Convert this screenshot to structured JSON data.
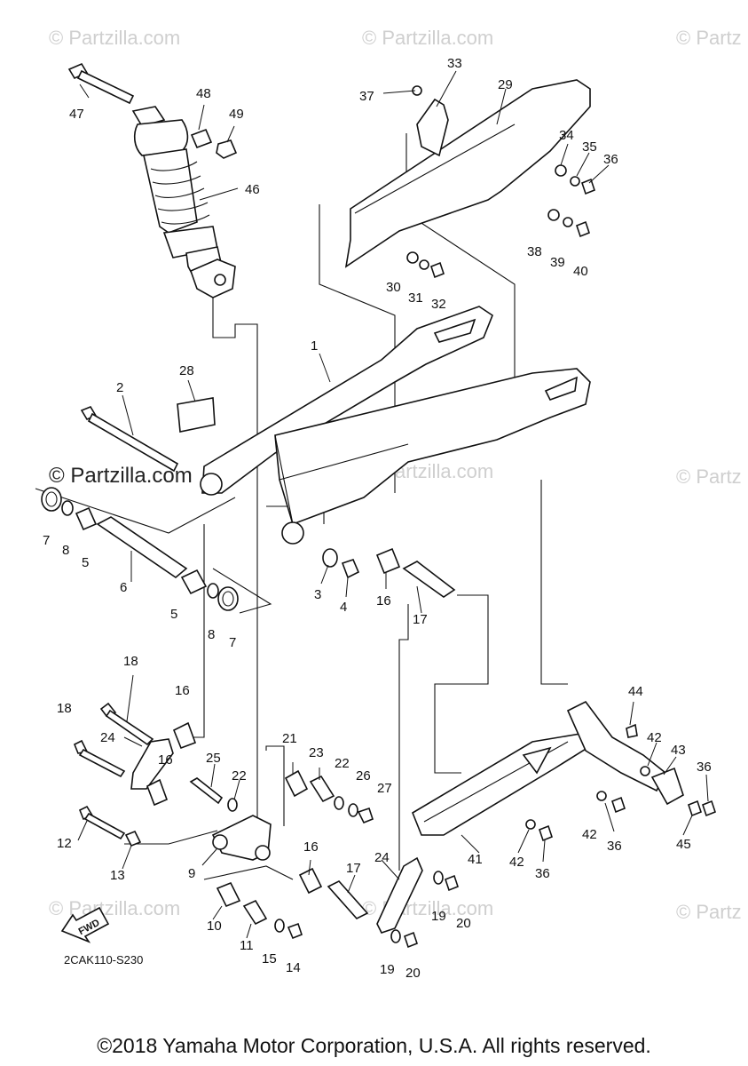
{
  "watermarks": {
    "top_left": "© Partzilla.com",
    "top_center": "© Partzilla.com",
    "top_right": "© Partz",
    "mid_left": "© Partzilla.com",
    "mid_center": "© Partzilla.com",
    "mid_right": "© Partz",
    "bottom_left": "© Partzilla.com",
    "bottom_center": "© Partzilla.com",
    "bottom_right": "© Partz"
  },
  "fwd_label": "FWD",
  "diagram_code": "2CAK110-S230",
  "copyright": "©2018 Yamaha Motor Corporation, U.S.A. All rights reserved.",
  "callouts": [
    {
      "id": "c47",
      "text": "47"
    },
    {
      "id": "c48",
      "text": "48"
    },
    {
      "id": "c49",
      "text": "49"
    },
    {
      "id": "c46",
      "text": "46"
    },
    {
      "id": "c37",
      "text": "37"
    },
    {
      "id": "c33",
      "text": "33"
    },
    {
      "id": "c29",
      "text": "29"
    },
    {
      "id": "c34",
      "text": "34"
    },
    {
      "id": "c35",
      "text": "35"
    },
    {
      "id": "c36a",
      "text": "36"
    },
    {
      "id": "c38",
      "text": "38"
    },
    {
      "id": "c39",
      "text": "39"
    },
    {
      "id": "c40",
      "text": "40"
    },
    {
      "id": "c30",
      "text": "30"
    },
    {
      "id": "c31",
      "text": "31"
    },
    {
      "id": "c32",
      "text": "32"
    },
    {
      "id": "c1",
      "text": "1"
    },
    {
      "id": "c28",
      "text": "28"
    },
    {
      "id": "c2",
      "text": "2"
    },
    {
      "id": "c7a",
      "text": "7"
    },
    {
      "id": "c8a",
      "text": "8"
    },
    {
      "id": "c5a",
      "text": "5"
    },
    {
      "id": "c6",
      "text": "6"
    },
    {
      "id": "c5b",
      "text": "5"
    },
    {
      "id": "c8b",
      "text": "8"
    },
    {
      "id": "c7b",
      "text": "7"
    },
    {
      "id": "c3",
      "text": "3"
    },
    {
      "id": "c4",
      "text": "4"
    },
    {
      "id": "c16a",
      "text": "16"
    },
    {
      "id": "c17a",
      "text": "17"
    },
    {
      "id": "c18a",
      "text": "18"
    },
    {
      "id": "c16b",
      "text": "16"
    },
    {
      "id": "c18b",
      "text": "18"
    },
    {
      "id": "c24a",
      "text": "24"
    },
    {
      "id": "c16c",
      "text": "16"
    },
    {
      "id": "c25",
      "text": "25"
    },
    {
      "id": "c22a",
      "text": "22"
    },
    {
      "id": "c21",
      "text": "21"
    },
    {
      "id": "c23",
      "text": "23"
    },
    {
      "id": "c22b",
      "text": "22"
    },
    {
      "id": "c26",
      "text": "26"
    },
    {
      "id": "c27",
      "text": "27"
    },
    {
      "id": "c12",
      "text": "12"
    },
    {
      "id": "c13",
      "text": "13"
    },
    {
      "id": "c9",
      "text": "9"
    },
    {
      "id": "c16d",
      "text": "16"
    },
    {
      "id": "c17b",
      "text": "17"
    },
    {
      "id": "c24b",
      "text": "24"
    },
    {
      "id": "c19a",
      "text": "19"
    },
    {
      "id": "c20a",
      "text": "20"
    },
    {
      "id": "c10",
      "text": "10"
    },
    {
      "id": "c11",
      "text": "11"
    },
    {
      "id": "c15",
      "text": "15"
    },
    {
      "id": "c14",
      "text": "14"
    },
    {
      "id": "c19b",
      "text": "19"
    },
    {
      "id": "c20b",
      "text": "20"
    },
    {
      "id": "c44",
      "text": "44"
    },
    {
      "id": "c42a",
      "text": "42"
    },
    {
      "id": "c43",
      "text": "43"
    },
    {
      "id": "c36b",
      "text": "36"
    },
    {
      "id": "c42b",
      "text": "42"
    },
    {
      "id": "c36c",
      "text": "36"
    },
    {
      "id": "c45",
      "text": "45"
    },
    {
      "id": "c41",
      "text": "41"
    },
    {
      "id": "c42c",
      "text": "42"
    },
    {
      "id": "c36d",
      "text": "36"
    }
  ]
}
